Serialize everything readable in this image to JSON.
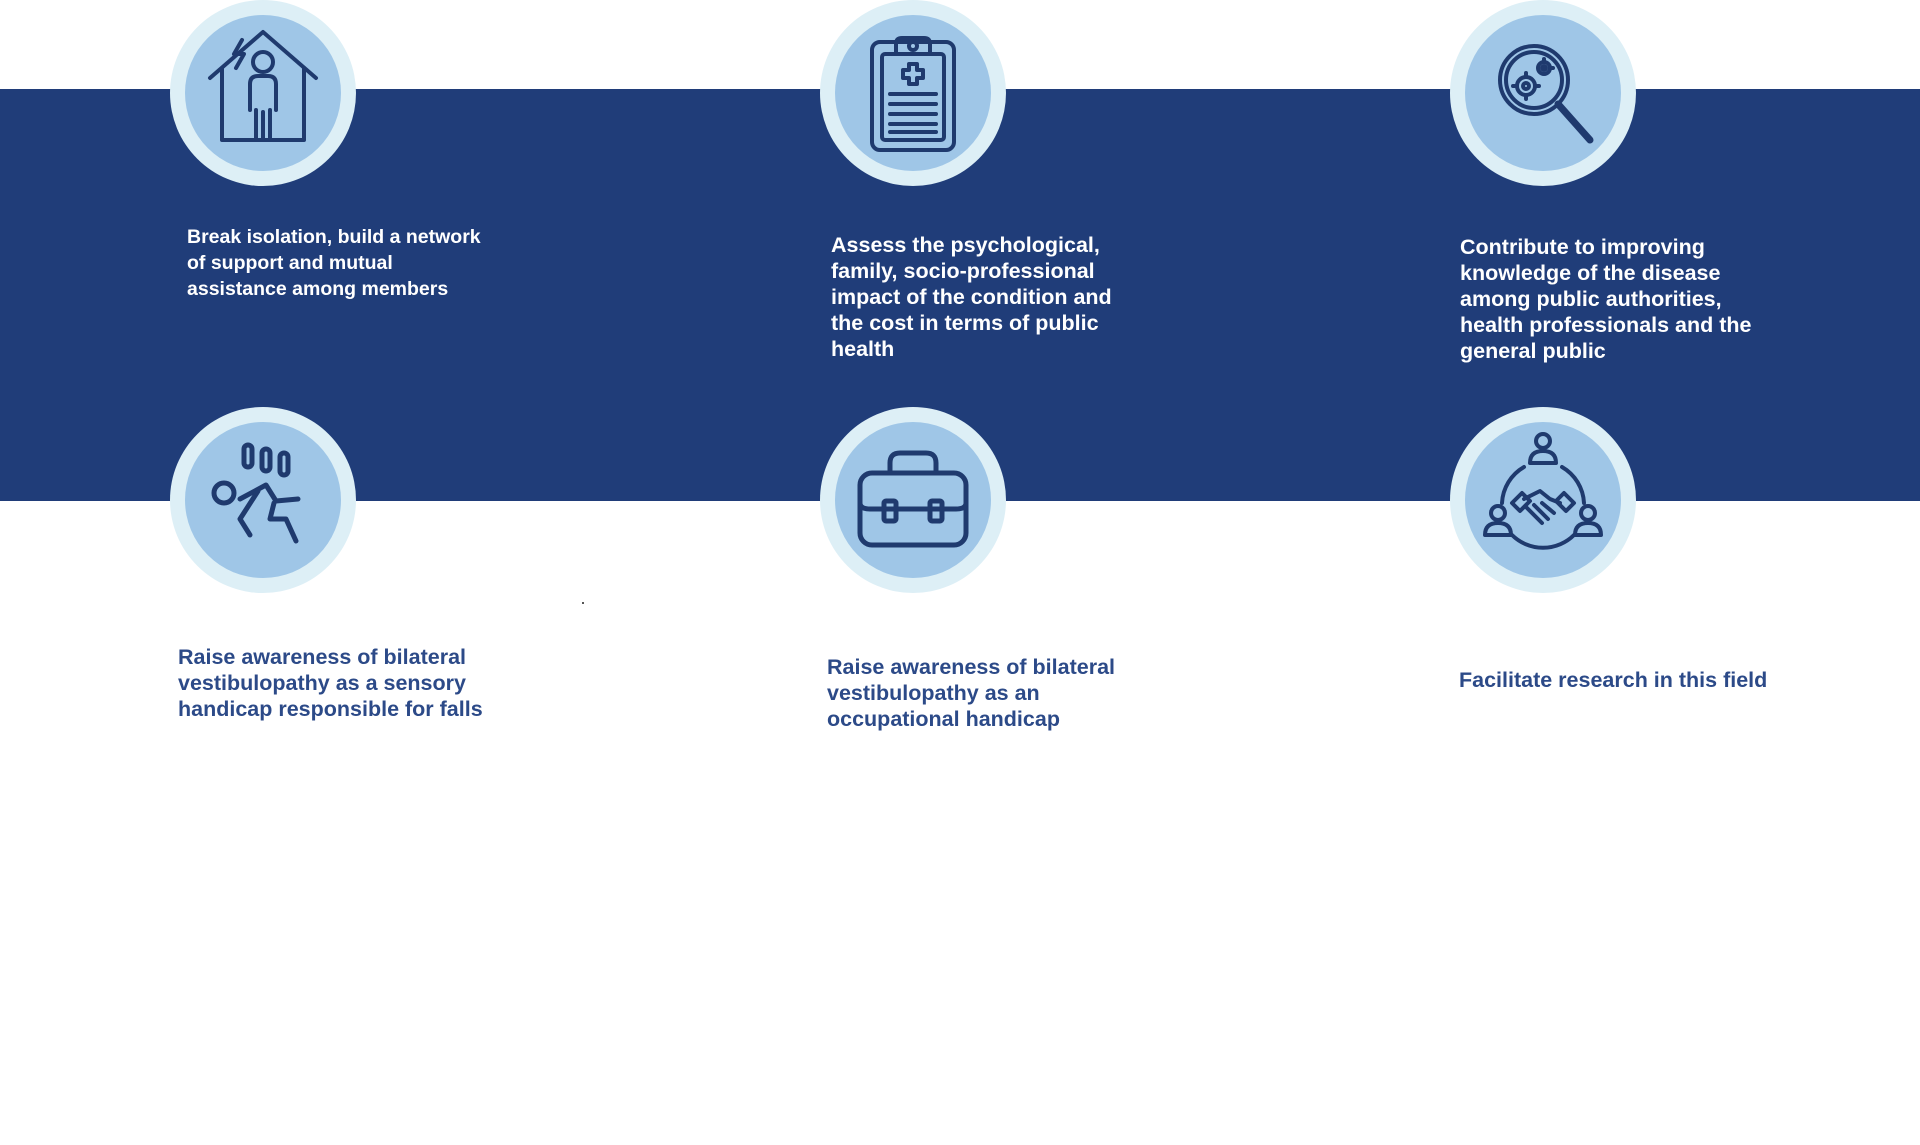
{
  "colors": {
    "band": "#203d79",
    "badge_ring": "#ddeff6",
    "badge_fill": "#9fc6e7",
    "icon_stroke": "#1f3a6e",
    "text_on_band": "#ffffff",
    "text_on_white": "#2c4a88"
  },
  "goals": [
    {
      "icon": "isolated-person-house-icon",
      "text": "Break isolation, build a network of support and mutual assistance among members"
    },
    {
      "icon": "medical-clipboard-icon",
      "text": "Assess the psychological, family, socio-professional impact of the condition and the cost in terms of public health"
    },
    {
      "icon": "magnifier-gears-icon",
      "text": "Contribute to improving knowledge of the disease among public authorities, health professionals and the general public"
    },
    {
      "icon": "falling-person-icon",
      "text": "Raise awareness of bilateral vestibulopathy as a sensory handicap responsible for falls"
    },
    {
      "icon": "briefcase-icon",
      "text": "Raise awareness of bilateral vestibulopathy as an occupational handicap"
    },
    {
      "icon": "handshake-network-icon",
      "text": "Facilitate research in this field"
    }
  ]
}
